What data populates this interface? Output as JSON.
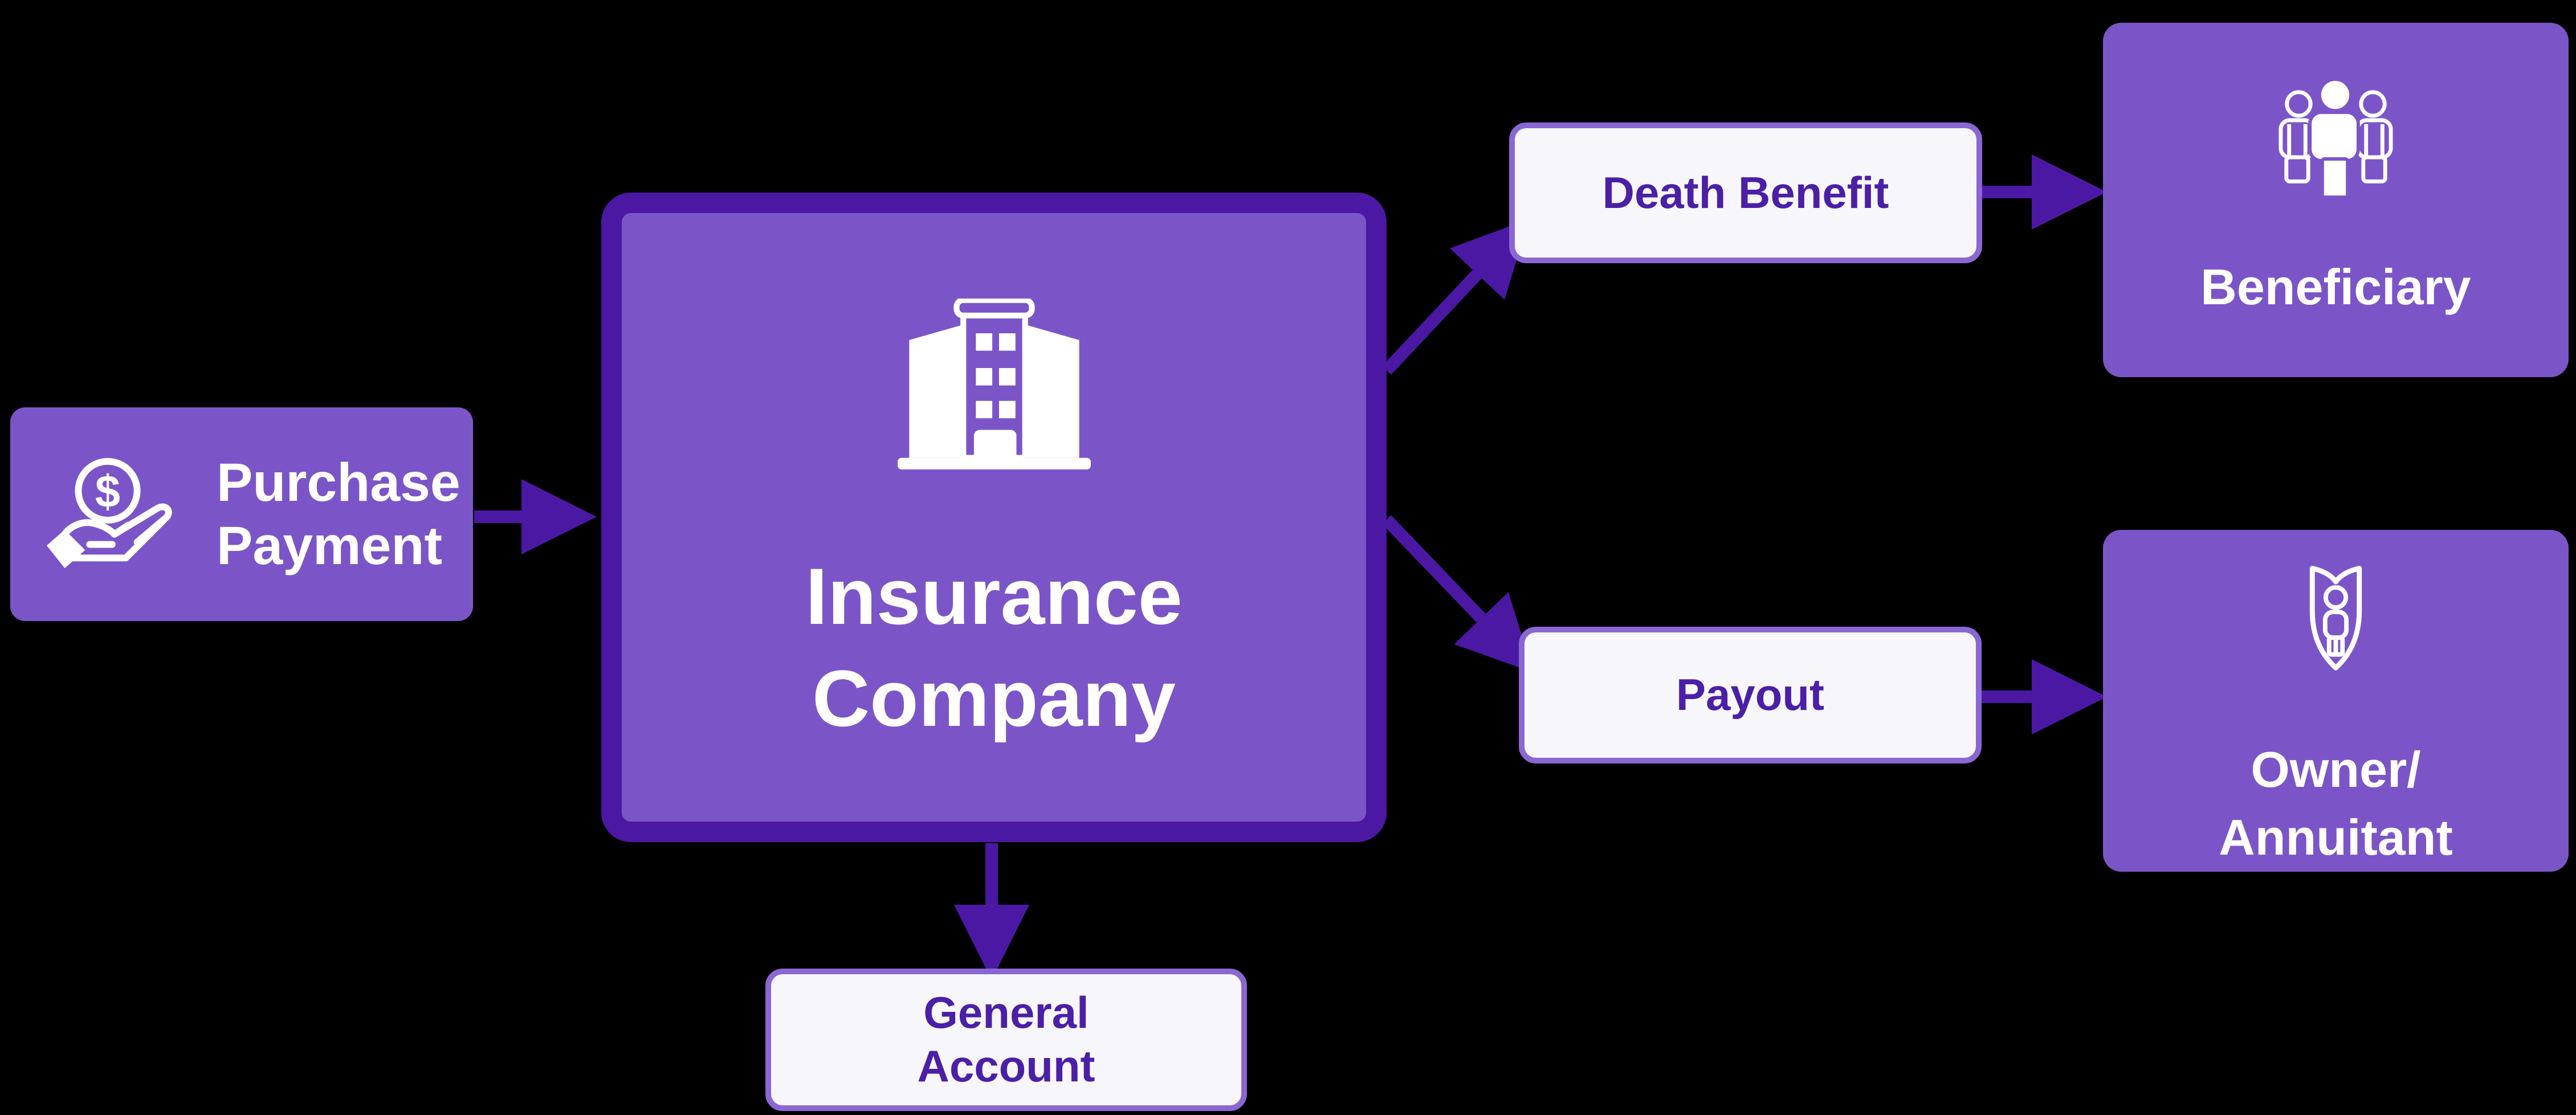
{
  "colors": {
    "background": "#000000",
    "purple_fill": "#7B55C8",
    "dark_purple": "#4B18A4",
    "pill_fill": "#F7F6FA",
    "pill_border": "#8A67D3",
    "pill_text": "#4B1FA6",
    "white": "#FFFFFF"
  },
  "icons": {
    "dollar_sign": "$"
  },
  "nodes": {
    "purchase_payment": {
      "label": "Purchase\nPayment",
      "icon": "hand-holding-dollar-icon"
    },
    "insurance_company": {
      "label": "Insurance\nCompany",
      "icon": "building-icon"
    },
    "death_benefit": {
      "label": "Death Benefit"
    },
    "payout": {
      "label": "Payout"
    },
    "general_account": {
      "label": "General\nAccount"
    },
    "beneficiary": {
      "label": "Beneficiary",
      "icon": "people-group-icon"
    },
    "owner_annuitant": {
      "label": "Owner/\nAnnuitant",
      "icon": "shield-person-icon"
    }
  }
}
